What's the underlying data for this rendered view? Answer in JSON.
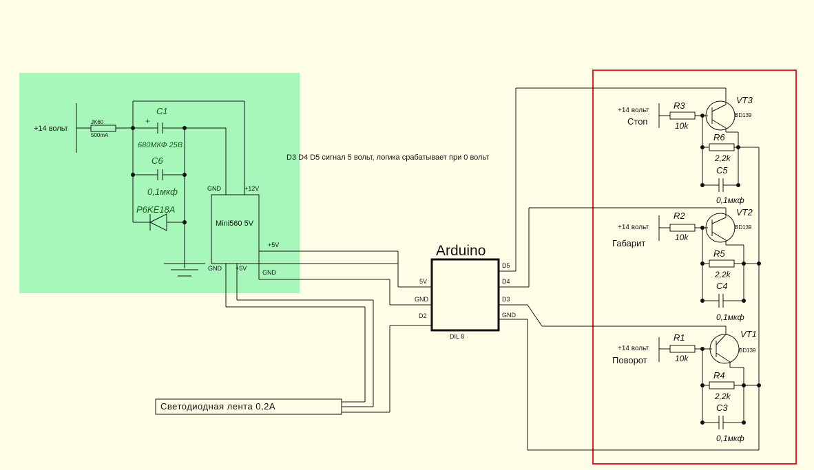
{
  "note": "D3 D4 D5 сигнал 5 вольт, логика срабатывает при 0 вольт",
  "arduino": {
    "title": "Arduino",
    "package": "DIL 8",
    "pins_left": [
      "5V",
      "GND",
      "D2"
    ],
    "pins_right": [
      "D5",
      "D4",
      "D3",
      "GND"
    ]
  },
  "power": {
    "input_label": "+14 вольт",
    "fuse_name": "JK60",
    "fuse_value": "500mA",
    "c1_name": "C1",
    "c1_value": "680МКФ 25В",
    "c1_plus": "+",
    "c6_name": "C6",
    "c6_value": "0,1мкф",
    "diode_name": "P6KE18A",
    "module_name": "Mini560 5V",
    "module_pins": {
      "gnd_in": "GND",
      "v12": "+12V",
      "v5_out": "+5V",
      "gnd_out": "GND",
      "gnd_bottom": "GND",
      "v5_bottom": "+5V"
    }
  },
  "led_strip": "Светодиодная лента 0,2А",
  "channels": [
    {
      "label": "Стоп",
      "supply": "+14 вольт",
      "r_base": "R3",
      "r_base_value": "10k",
      "transistor": "VT3",
      "type": "BD139",
      "r_par": "R6",
      "r_par_value": "2,2k",
      "cap": "C5",
      "cap_value": "0,1мкф"
    },
    {
      "label": "Габарит",
      "supply": "+14 вольт",
      "r_base": "R2",
      "r_base_value": "10k",
      "transistor": "VT2",
      "type": "BD139",
      "r_par": "R5",
      "r_par_value": "2,2k",
      "cap": "C4",
      "cap_value": "0,1мкф"
    },
    {
      "label": "Поворот",
      "supply": "+14 вольт",
      "r_base": "R1",
      "r_base_value": "10k",
      "transistor": "VT1",
      "type": "BD139",
      "r_par": "R4",
      "r_par_value": "2,2k",
      "cap": "C3",
      "cap_value": "0,1мкф"
    }
  ],
  "colors": {
    "background": "#ffffe8",
    "power_block": "#a6f7b9",
    "highlight_box": "#e8202a",
    "wire": "#111111"
  }
}
